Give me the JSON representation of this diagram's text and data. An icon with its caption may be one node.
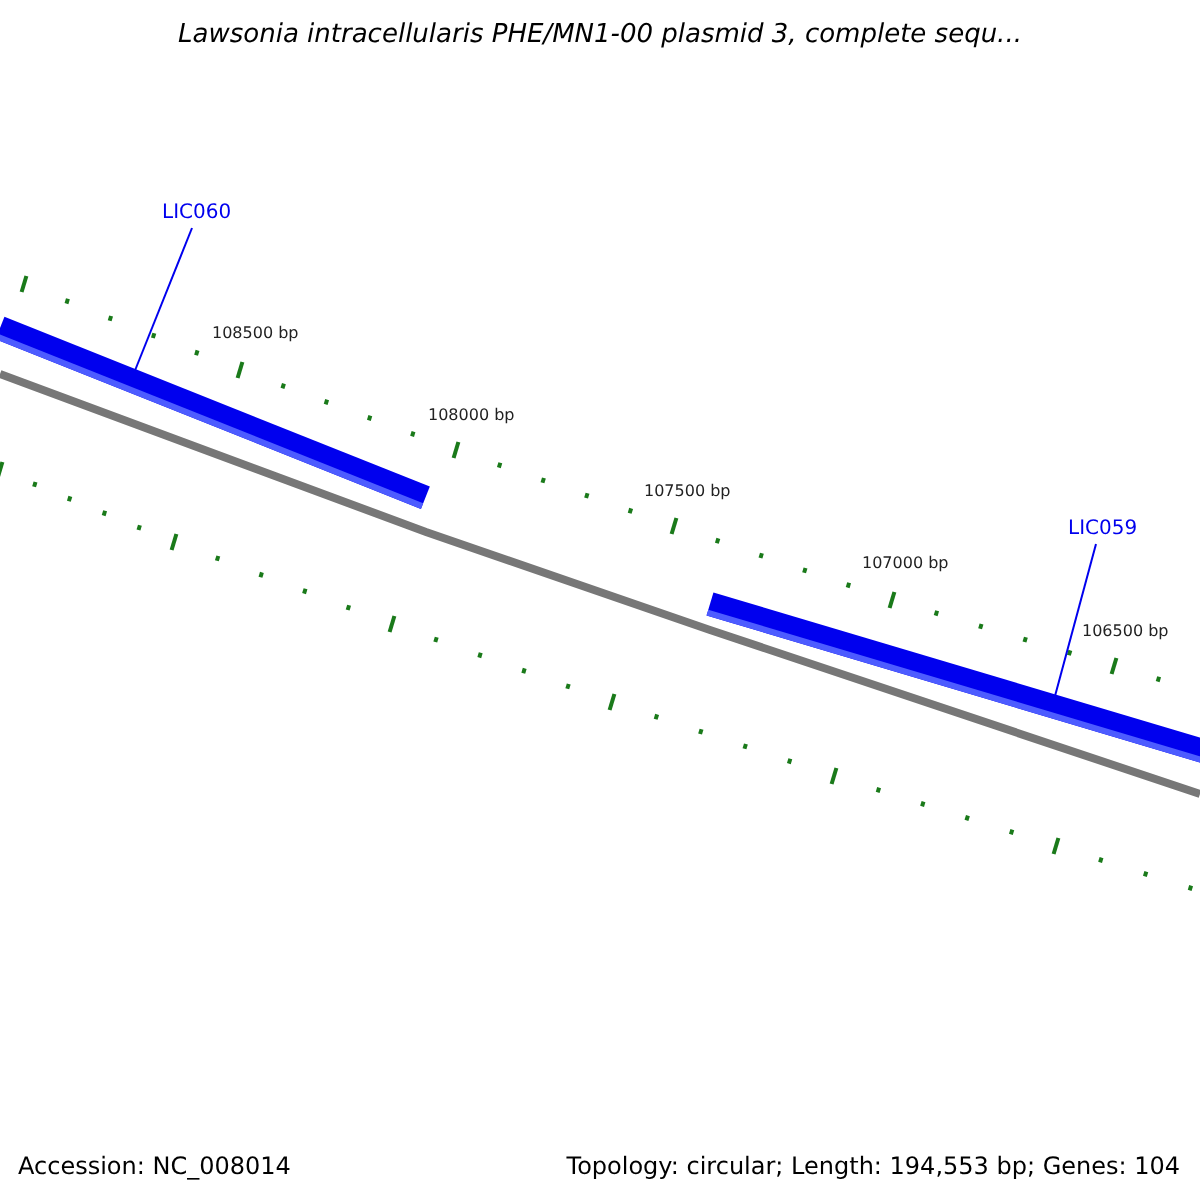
{
  "diagram": {
    "title": "Lawsonia intracellularis PHE/MN1-00 plasmid 3, complete sequ...",
    "nodes": [
      {
        "text": [
          "LIC060"
        ]
      },
      {
        "text": [],
        "shape": "bar"
      },
      {
        "text": [
          "LIC059"
        ]
      },
      {
        "text": [],
        "shape": "bar"
      }
    ],
    "edges": [
      {
        "from": 0,
        "to": 1,
        "arrow": "none"
      },
      {
        "from": 2,
        "to": 3,
        "arrow": "none"
      }
    ],
    "labels": [
      "108500 bp",
      "108000 bp",
      "107500 bp",
      "107000 bp",
      "106500 bp",
      "Accession: NC_008014",
      "Topology: circular; Length: 194,553 bp; Genes: 104"
    ]
  }
}
